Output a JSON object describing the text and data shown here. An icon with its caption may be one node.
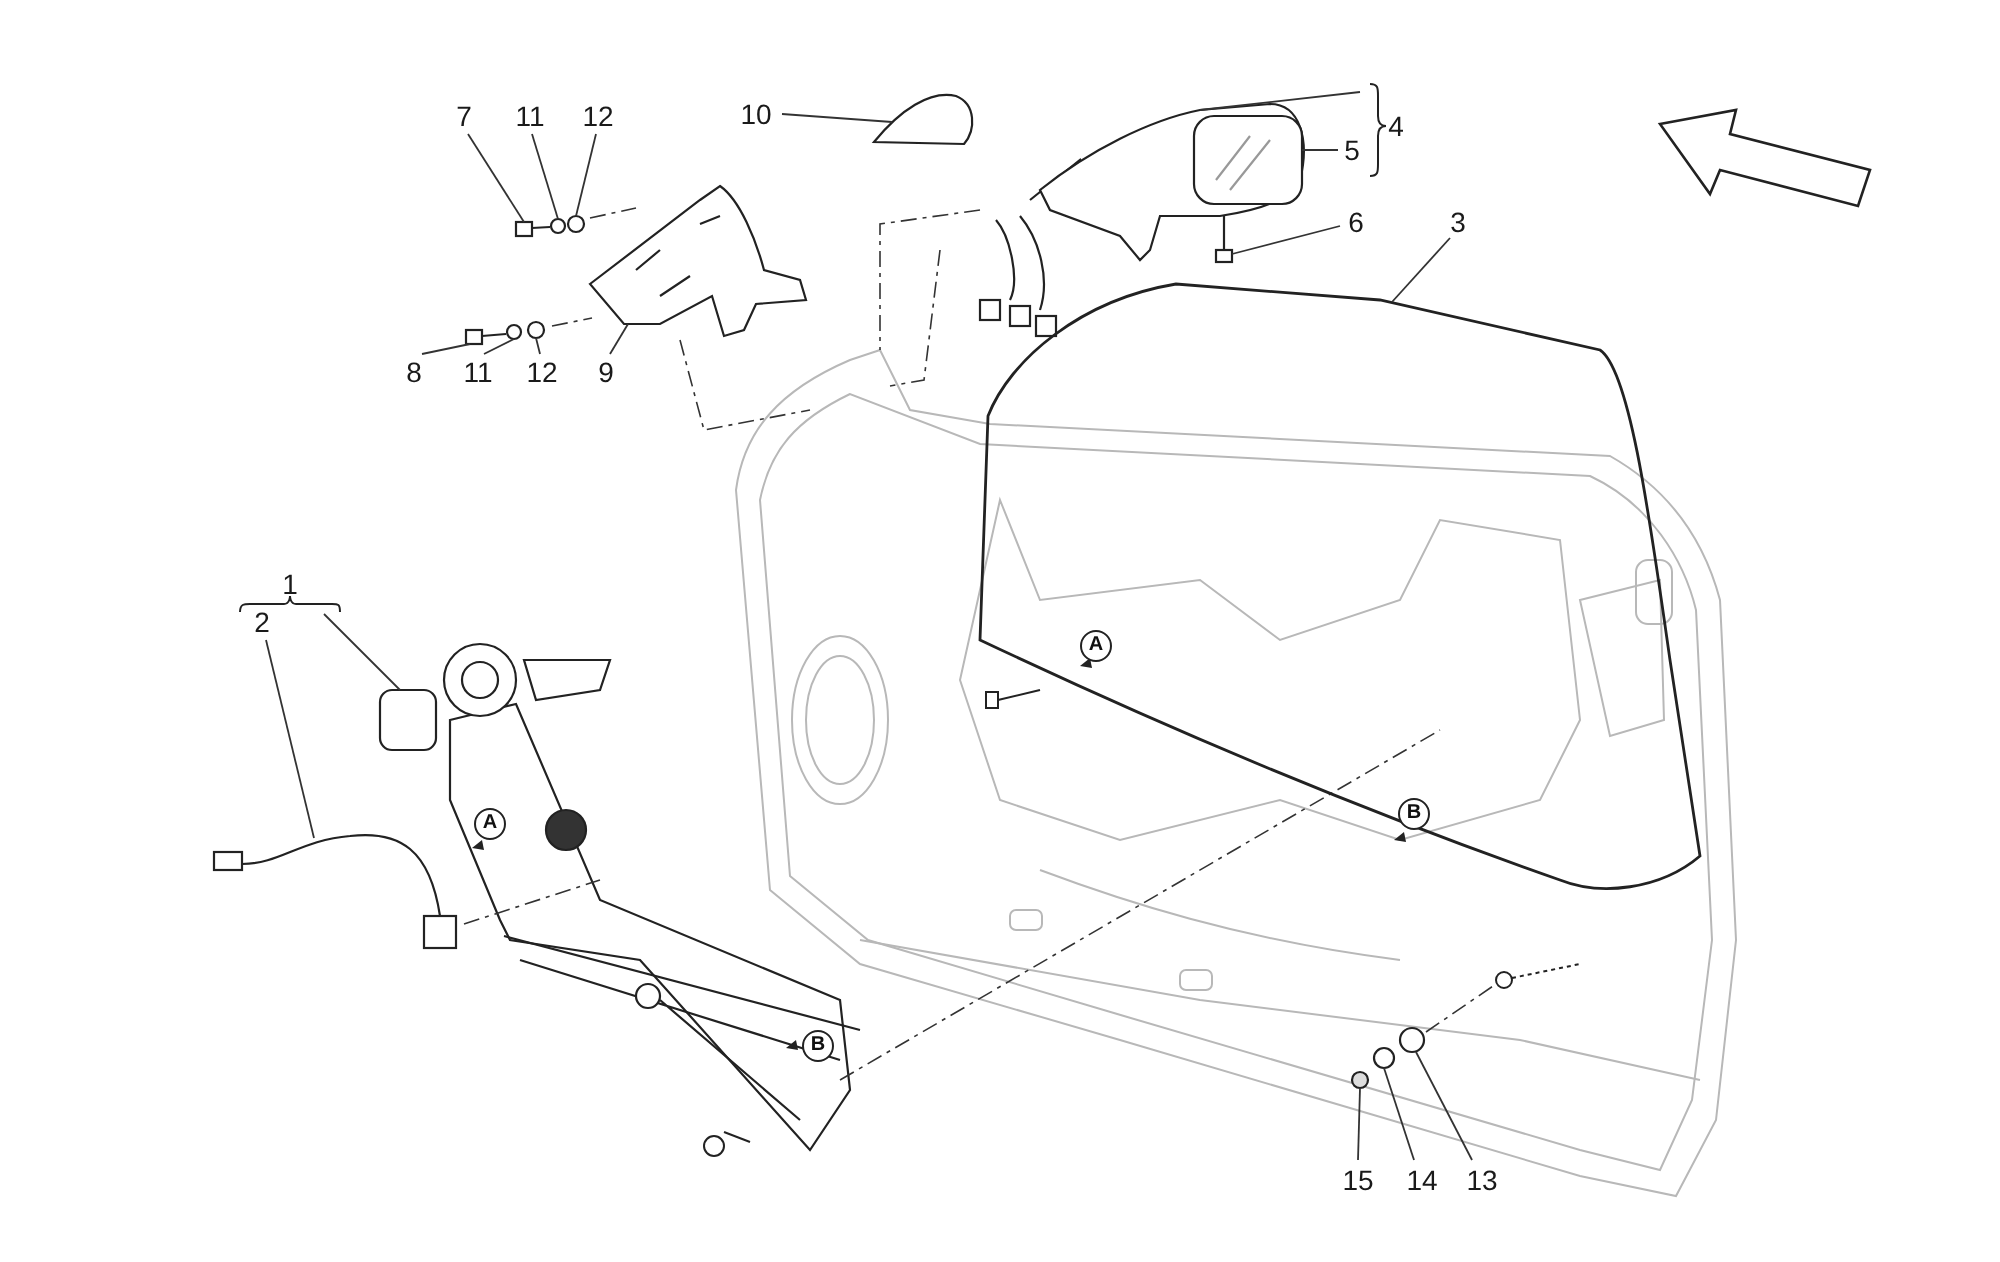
{
  "diagram": {
    "nodes": [
      {
        "text": [
          "7"
        ]
      },
      {
        "text": [
          "11"
        ]
      },
      {
        "text": [
          "12"
        ]
      },
      {
        "text": [
          "10"
        ]
      },
      {
        "text": [
          "4"
        ]
      },
      {
        "text": [
          "5"
        ]
      },
      {
        "text": [
          "6"
        ]
      },
      {
        "text": [
          "3"
        ]
      },
      {
        "text": [
          "8"
        ]
      },
      {
        "text": [
          "11"
        ]
      },
      {
        "text": [
          "12"
        ]
      },
      {
        "text": [
          "9"
        ]
      },
      {
        "text": [
          "1"
        ]
      },
      {
        "text": [
          "2"
        ]
      },
      {
        "text": [
          "15"
        ]
      },
      {
        "text": [
          "14"
        ]
      },
      {
        "text": [
          "13"
        ]
      },
      {
        "text": [],
        "shape": "picture"
      },
      {
        "text": [],
        "shape": "circle"
      },
      {
        "text": [],
        "shape": "circle"
      },
      {
        "text": [],
        "shape": "picture"
      },
      {
        "text": [],
        "shape": "picture"
      },
      {
        "text": [],
        "shape": "picture",
        "in": 21
      },
      {
        "text": [],
        "shape": "picture"
      },
      {
        "text": [],
        "shape": "picture"
      },
      {
        "text": [],
        "shape": "picture"
      },
      {
        "text": [],
        "shape": "circle"
      },
      {
        "text": [],
        "shape": "circle"
      },
      {
        "text": [],
        "shape": "picture"
      },
      {
        "text": [],
        "shape": "picture"
      },
      {
        "text": [],
        "shape": "picture"
      },
      {
        "text": [],
        "shape": "circle"
      },
      {
        "text": [],
        "shape": "circle"
      },
      {
        "text": [],
        "shape": "circle"
      }
    ],
    "edges": [
      {
        "from": 0,
        "to": 17,
        "arrow": "none"
      },
      {
        "from": 1,
        "to": 18,
        "arrow": "none"
      },
      {
        "from": 2,
        "to": 19,
        "arrow": "none"
      },
      {
        "from": 3,
        "to": 20,
        "arrow": "none"
      },
      {
        "from": 4,
        "to": 21,
        "arrow": "none"
      },
      {
        "from": 5,
        "to": 22,
        "arrow": "none"
      },
      {
        "from": 6,
        "to": 23,
        "arrow": "none"
      },
      {
        "from": 7,
        "to": 24,
        "arrow": "none"
      },
      {
        "from": 8,
        "to": 25,
        "arrow": "none"
      },
      {
        "from": 9,
        "to": 26,
        "arrow": "none"
      },
      {
        "from": 10,
        "to": 27,
        "arrow": "none"
      },
      {
        "from": 11,
        "to": 28,
        "arrow": "none"
      },
      {
        "from": 12,
        "to": 29,
        "arrow": "none"
      },
      {
        "from": 13,
        "to": 30,
        "arrow": "none"
      },
      {
        "from": 14,
        "to": 31,
        "arrow": "none"
      },
      {
        "from": 15,
        "to": 32,
        "arrow": "none"
      },
      {
        "from": 16,
        "to": 33,
        "arrow": "none"
      }
    ],
    "labels": [
      "A",
      "A",
      "B",
      "B"
    ]
  }
}
